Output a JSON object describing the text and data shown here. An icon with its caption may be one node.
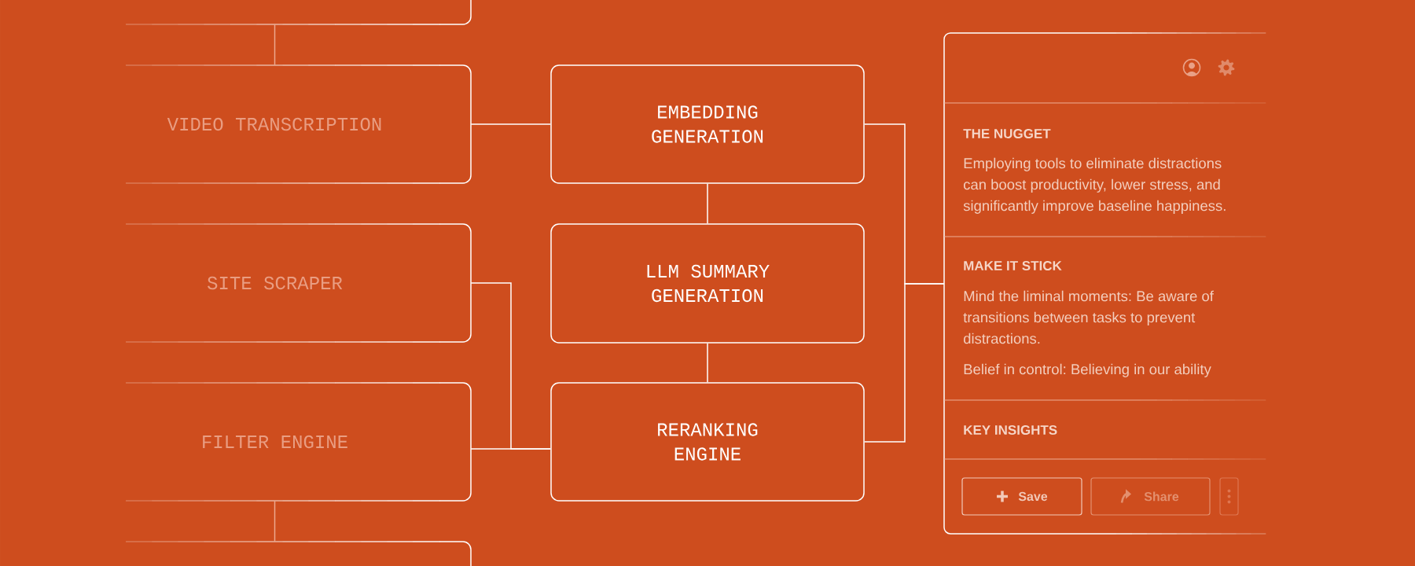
{
  "diagram": {
    "nodes": [
      {
        "text": [],
        "shape": "box"
      },
      {
        "text": [
          "VIDEO TRANSCRIPTION"
        ]
      },
      {
        "text": [
          "SITE SCRAPER"
        ]
      },
      {
        "text": [
          "FILTER ENGINE"
        ]
      },
      {
        "text": [],
        "shape": "box"
      },
      {
        "text": [
          "EMBEDDING GENERATION"
        ]
      },
      {
        "text": [
          "LLM SUMMARY GENERATION"
        ]
      },
      {
        "text": [
          "RERANKING ENGINE"
        ]
      },
      {
        "text": [
          "THE NUGGET",
          "Employing tools to eliminate distractions can boost productivity, lower stress, and significantly improve baseline happiness.",
          "MAKE IT STICK",
          "Mind the liminal moments: Be aware of transitions between tasks to prevent distractions.",
          "Belief in control: Believing in our ability",
          "KEY INSIGHTS"
        ]
      },
      {
        "text": [
          "Save"
        ],
        "in": 8
      },
      {
        "text": [
          "Share"
        ],
        "in": 8
      },
      {
        "text": [],
        "shape": "box",
        "in": 8
      }
    ],
    "edges": [
      {
        "from": 0,
        "to": 1,
        "arrow": "none",
        "color": "#eda88e"
      },
      {
        "from": 1,
        "to": 5,
        "arrow": "none"
      },
      {
        "from": 5,
        "to": 6,
        "arrow": "none"
      },
      {
        "from": 6,
        "to": 7,
        "arrow": "none"
      },
      {
        "from": 2,
        "to": 7,
        "arrow": "none"
      },
      {
        "from": 3,
        "to": 7,
        "arrow": "none"
      },
      {
        "from": 5,
        "to": 8,
        "arrow": "none"
      },
      {
        "from": 7,
        "to": 8,
        "arrow": "none"
      },
      {
        "from": 3,
        "to": 4,
        "arrow": "none",
        "color": "#eda88e"
      }
    ]
  }
}
